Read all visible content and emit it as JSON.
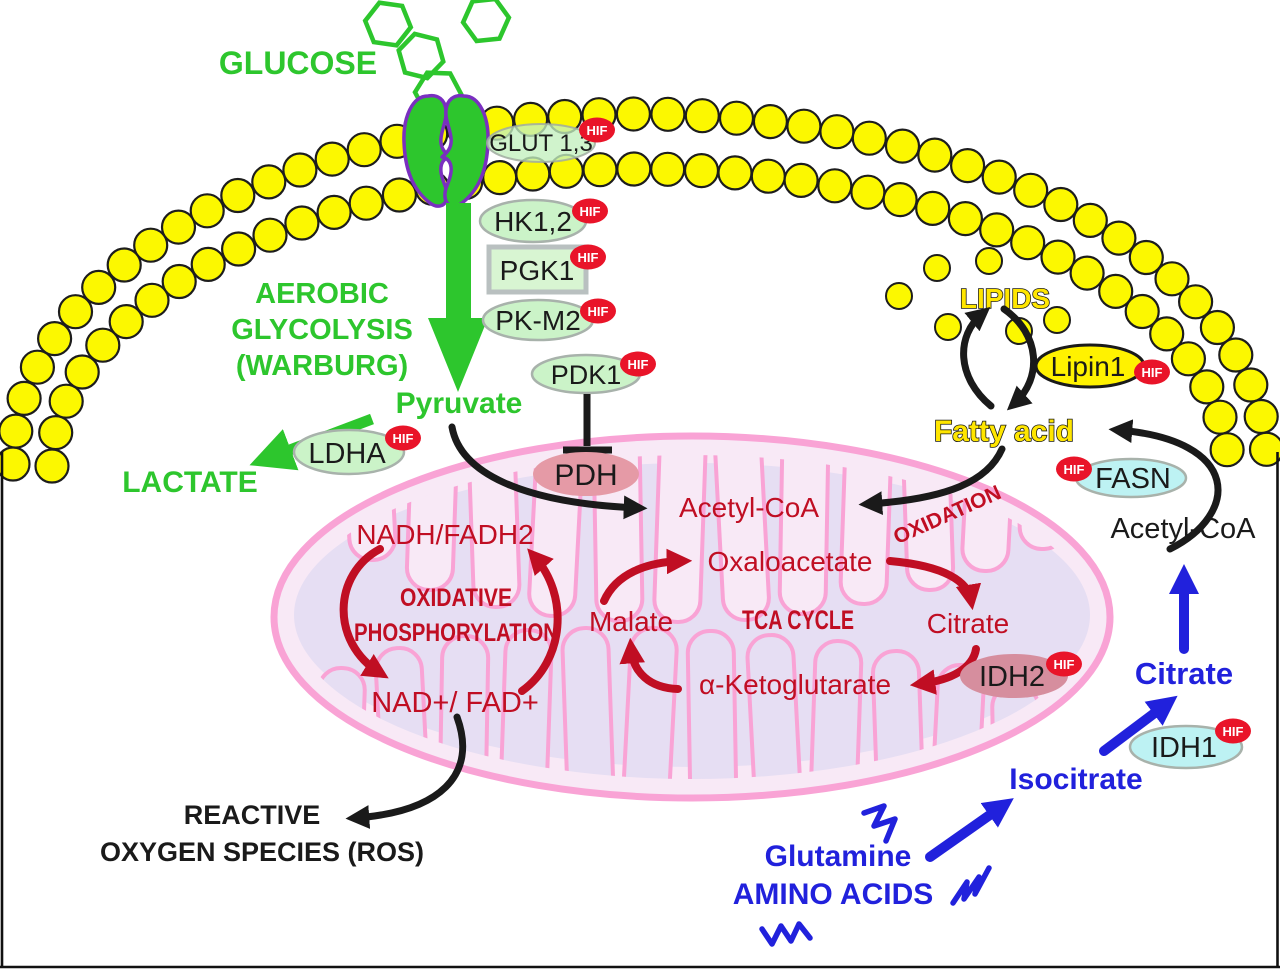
{
  "colors": {
    "green": "#2DC62D",
    "light_green": "#CBF3C8",
    "oval_border": "#A8B2AB",
    "membrane_yellow": "#FCF800",
    "lipid_yellow": "#FFE600",
    "lipin_yellow": "#FFF200",
    "dark_red": "#C00E23",
    "hif_red": "#E91429",
    "blue": "#2121DC",
    "cyan": "#BDF2F3",
    "pink_outline": "#F9A3D5",
    "mito_light": "#F8E9F6",
    "mito_lavender": "#E6DEF3",
    "rose": "#E59AA6",
    "dusty_rose": "#D68E9E",
    "purple": "#7A2FC0",
    "black": "#1A1A1A"
  },
  "labels": {
    "glucose": "GLUCOSE",
    "glut": "GLUT 1,3",
    "hif": "HIF",
    "hk": "HK1,2",
    "pgk1": "PGK1",
    "pkm2": "PK-M2",
    "pdk1": "PDK1",
    "aerobic_1": "AEROBIC",
    "aerobic_2": "GLYCOLYSIS",
    "aerobic_3": "(WARBURG)",
    "pyruvate": "Pyruvate",
    "ldha": "LDHA",
    "lactate": "LACTATE",
    "pdh": "PDH",
    "acetyl_coa_mito": "Acetyl-CoA",
    "nadh_fadh2": "NADH/FADH2",
    "oxphos_1": "OXIDATIVE",
    "oxphos_2": "PHOSPHORYLATION",
    "nad_fad": "NAD+/ FAD+",
    "malate": "Malate",
    "oxaloacetate": "Oxaloacetate",
    "tca_cycle": "TCA CYCLE",
    "citrate_tca": "Citrate",
    "alpha_kg": "α-Ketoglutarate",
    "idh2": "IDH2",
    "oxidation": "OXIDATION",
    "ros_1": "REACTIVE",
    "ros_2": "OXYGEN SPECIES (ROS)",
    "lipids": "LIPIDS",
    "lipin1": "Lipin1",
    "fatty_acid": "Fatty acid",
    "fasn": "FASN",
    "acetyl_coa_cyto": "Acetyl-CoA",
    "citrate_cyto": "Citrate",
    "idh1": "IDH1",
    "isocitrate": "Isocitrate",
    "glutamine": "Glutamine",
    "amino_acids": "AMINO ACIDS"
  }
}
